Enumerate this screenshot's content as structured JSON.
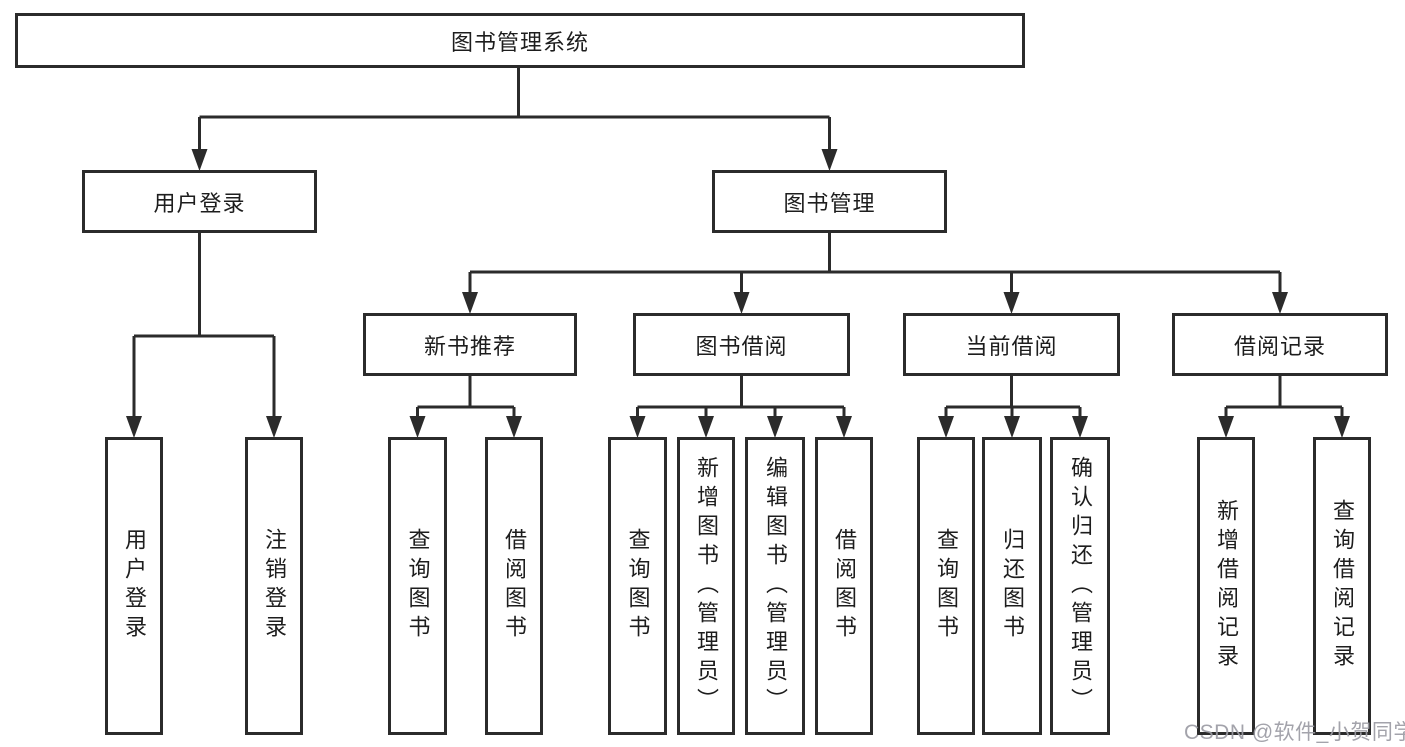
{
  "diagram": {
    "title": "图书管理系统",
    "root": {
      "label": "图书管理系统"
    },
    "level2": [
      {
        "label": "用户登录"
      },
      {
        "label": "图书管理"
      }
    ],
    "level3": [
      {
        "label": "新书推荐",
        "parent": "图书管理"
      },
      {
        "label": "图书借阅",
        "parent": "图书管理"
      },
      {
        "label": "当前借阅",
        "parent": "图书管理"
      },
      {
        "label": "借阅记录",
        "parent": "图书管理"
      }
    ],
    "leaves": [
      {
        "label": "用户登录",
        "parent": "用户登录"
      },
      {
        "label": "注销登录",
        "parent": "用户登录"
      },
      {
        "label": "查询图书",
        "parent": "新书推荐"
      },
      {
        "label": "借阅图书",
        "parent": "新书推荐"
      },
      {
        "label": "查询图书",
        "parent": "图书借阅"
      },
      {
        "label": "新增图书（管理员）",
        "parent": "图书借阅"
      },
      {
        "label": "编辑图书（管理员）",
        "parent": "图书借阅"
      },
      {
        "label": "借阅图书",
        "parent": "图书借阅"
      },
      {
        "label": "查询图书",
        "parent": "当前借阅"
      },
      {
        "label": "归还图书",
        "parent": "当前借阅"
      },
      {
        "label": "确认归还（管理员）",
        "parent": "当前借阅"
      },
      {
        "label": "新增借阅记录",
        "parent": "借阅记录"
      },
      {
        "label": "查询借阅记录",
        "parent": "借阅记录"
      }
    ]
  },
  "colors": {
    "line": "#2b2b2b",
    "box_border": "#2b2b2b",
    "text": "#1d1d1d",
    "background": "#ffffff",
    "watermark": "#9c9ca4"
  },
  "watermark": {
    "text": "CSDN @软件_小贺同学"
  }
}
